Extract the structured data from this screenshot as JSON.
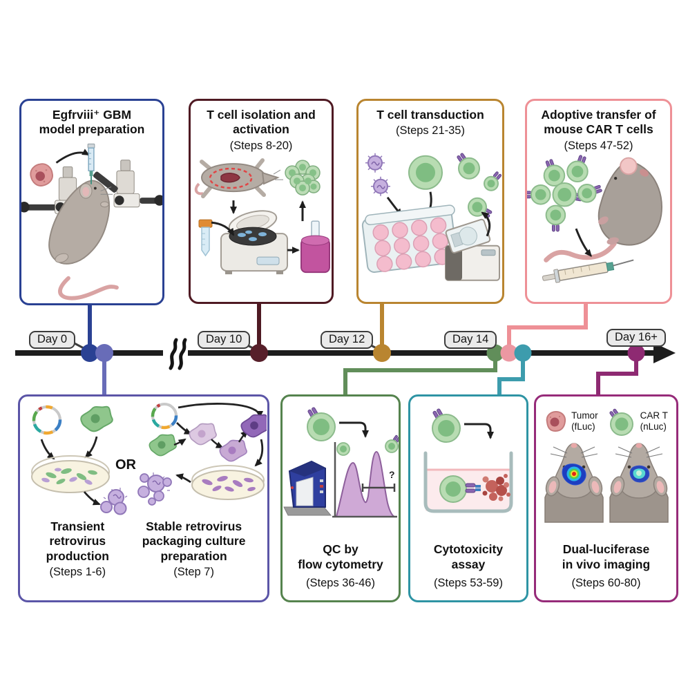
{
  "palette": {
    "navy": "#2a4193",
    "maroon": "#4f1a23",
    "gold": "#b98530",
    "pink": "#ee9096",
    "purple": "#5b55a7",
    "green": "#55834e",
    "teal": "#2e94a4",
    "magenta": "#962b79",
    "slate_dot": "#686cb8",
    "timeline_line": "#1d1d1d",
    "day_label_bg": "#eaeaea",
    "day_label_border": "#3d3d3d"
  },
  "timeline": {
    "day_labels": [
      "Day 0",
      "Day 10",
      "Day 12",
      "Day 14",
      "Day 16+"
    ]
  },
  "boxes": {
    "gbm": {
      "line1": "Egfrviii⁺ GBM",
      "line2": "model preparation"
    },
    "isolation": {
      "line1": "T cell isolation and",
      "line2": "activation",
      "steps": "(Steps 8-20)"
    },
    "transduction": {
      "line1": "T cell transduction",
      "steps": "(Steps 21-35)"
    },
    "transfer": {
      "line1": "Adoptive transfer of",
      "line2": "mouse CAR T cells",
      "steps": "(Steps 47-52)"
    },
    "retrovirus": {
      "or": "OR",
      "left_line1": "Transient",
      "left_line2": "retrovirus",
      "left_line3": "production",
      "left_steps": "(Steps 1-6)",
      "right_line1": "Stable retrovirus",
      "right_line2": "packaging culture",
      "right_line3": "preparation",
      "right_steps": "(Step 7)"
    },
    "qc": {
      "line1": "QC by",
      "line2": "flow cytometry",
      "steps": "(Steps 36-46)",
      "question": "?"
    },
    "cytotox": {
      "line1": "Cytotoxicity",
      "line2": "assay",
      "steps": "(Steps 53-59)"
    },
    "imaging": {
      "line1": "Dual-luciferase",
      "line2": "in vivo imaging",
      "steps": "(Steps 60-80)",
      "legend_tumor": "Tumor",
      "legend_tumor_sub": "(fLuc)",
      "legend_cart": "CAR T",
      "legend_cart_sub": "(nLuc)"
    }
  }
}
